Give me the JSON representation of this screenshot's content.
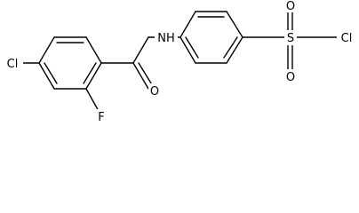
{
  "molecule": {
    "atom_labels": {
      "cl_left": "Cl",
      "fluorine": "F",
      "carbonyl_oxygen": "O",
      "amide_nh": "NH",
      "sulfonyl_sulfur": "S",
      "sulfonyl_oxygen_top": "O",
      "sulfonyl_oxygen_bottom": "O",
      "cl_right": "Cl"
    }
  }
}
